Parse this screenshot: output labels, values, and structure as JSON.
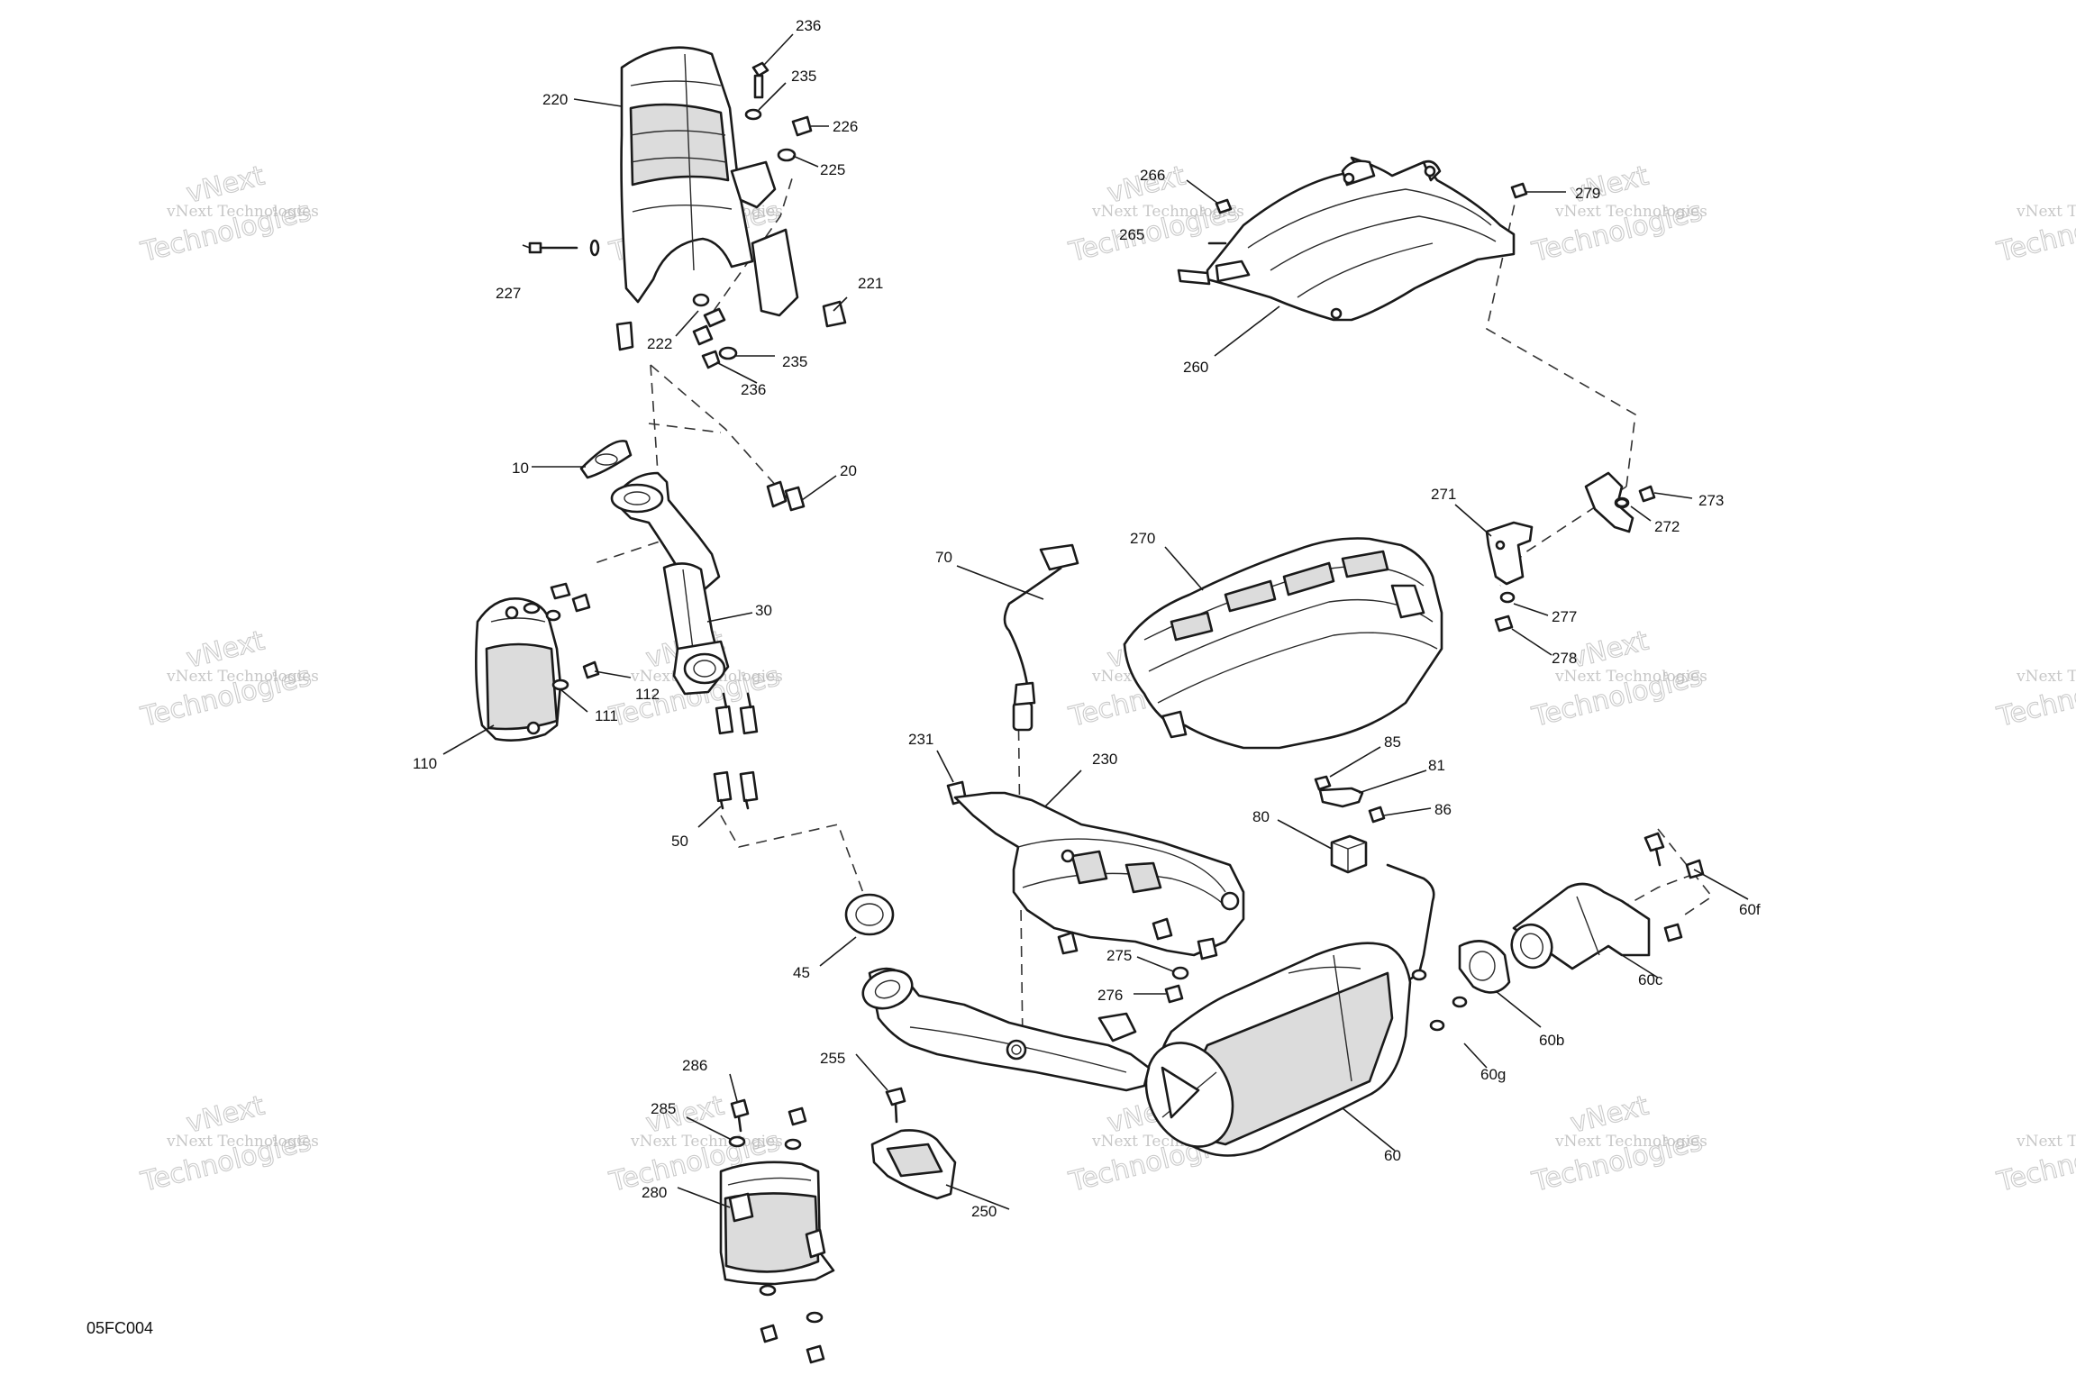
{
  "diagram_code": "05FC004",
  "watermark": {
    "line1": "vNext Technologies",
    "line2": "vNext",
    "line3": "Technologies"
  },
  "callouts": {
    "c236a": "236",
    "c235a": "235",
    "c226": "226",
    "c225": "225",
    "c220": "220",
    "c227": "227",
    "c222": "222",
    "c221": "221",
    "c235b": "235",
    "c236b": "236",
    "c266": "266",
    "c265": "265",
    "c279": "279",
    "c260": "260",
    "c10": "10",
    "c20": "20",
    "c30": "30",
    "c110": "110",
    "c111": "111",
    "c112": "112",
    "c50": "50",
    "c70": "70",
    "c270": "270",
    "c271": "271",
    "c273": "273",
    "c272": "272",
    "c277": "277",
    "c278": "278",
    "c231": "231",
    "c230": "230",
    "c85": "85",
    "c81": "81",
    "c86": "86",
    "c80": "80",
    "c45": "45",
    "c275": "275",
    "c276": "276",
    "c60f": "60f",
    "c60c": "60c",
    "c60b": "60b",
    "c60g": "60g",
    "c286": "286",
    "c285": "285",
    "c280": "280",
    "c255": "255",
    "c250": "250",
    "c60": "60"
  }
}
